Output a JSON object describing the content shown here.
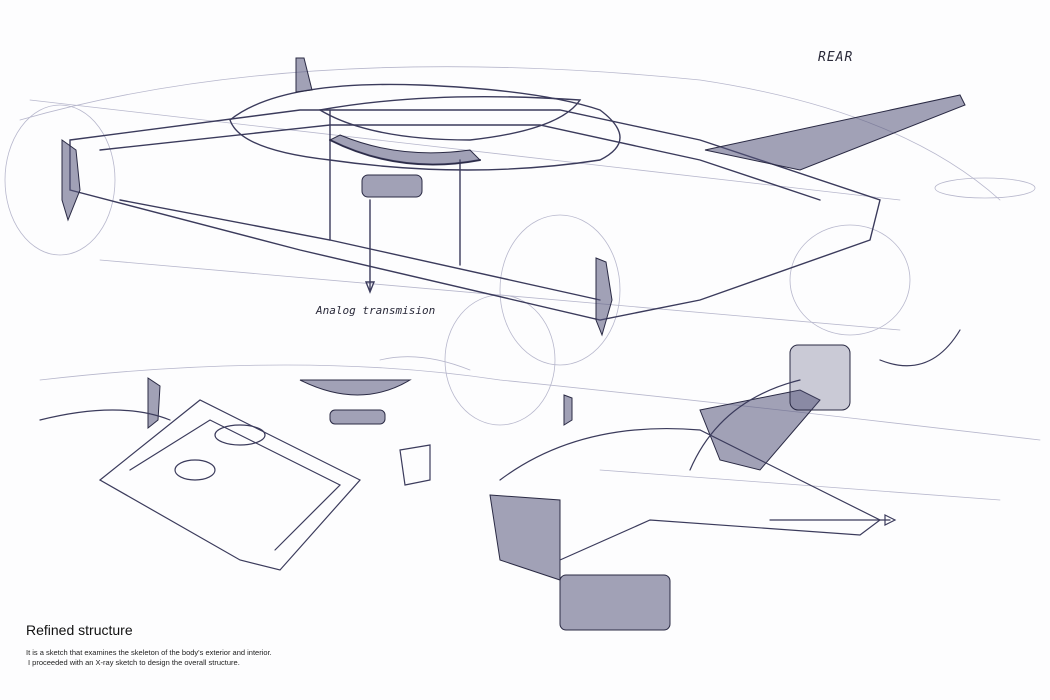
{
  "sketch": {
    "annotations": {
      "rear": "REAR",
      "analog_transmission": "Analog transmision"
    },
    "ink_color": "#3b3b5c",
    "shade_color": "#55557a"
  },
  "caption": {
    "title": "Refined structure",
    "lines": [
      "It is a sketch that examines the skeleton of the body's exterior and interior.",
      "I proceeded with an X-ray sketch to design the overall structure."
    ]
  }
}
